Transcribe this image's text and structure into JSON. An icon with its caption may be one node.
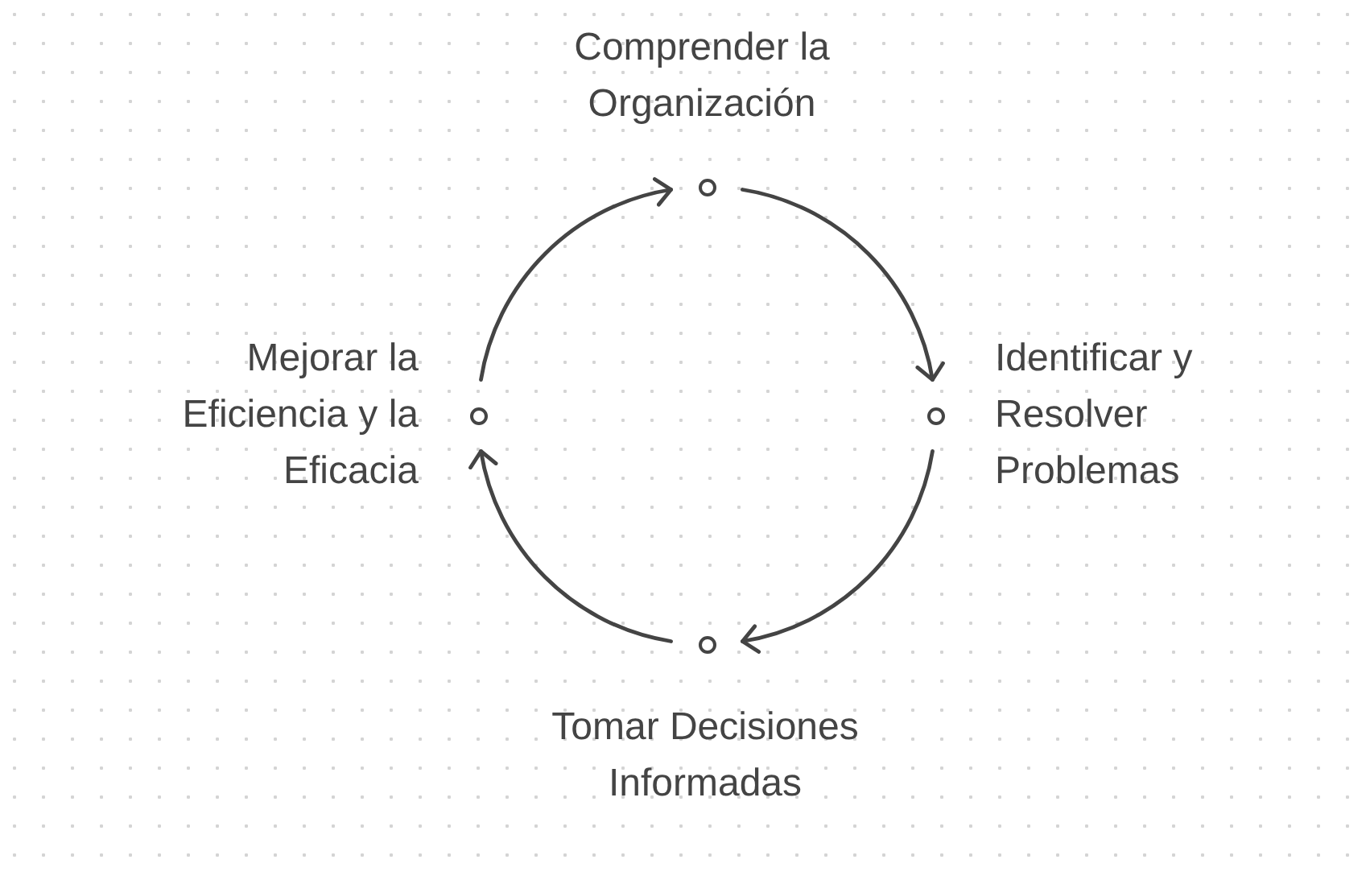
{
  "diagram": {
    "nodes": [
      {
        "text": [],
        "shape": "circle",
        "beside": [
          "Comprender la Organización"
        ]
      },
      {
        "text": [],
        "shape": "circle",
        "beside": [
          "Identificar y Resolver Problemas"
        ]
      },
      {
        "text": [],
        "shape": "circle",
        "beside": [
          "Tomar Decisiones Informadas"
        ]
      },
      {
        "text": [],
        "shape": "circle",
        "beside": [
          "Mejorar la Eficiencia y la Eficacia"
        ]
      }
    ],
    "edges": [
      {
        "from": 3,
        "to": 0,
        "arrow": "to"
      },
      {
        "from": 0,
        "to": 1,
        "arrow": "to"
      },
      {
        "from": 1,
        "to": 2,
        "arrow": "to"
      },
      {
        "from": 2,
        "to": 3,
        "arrow": "to"
      }
    ]
  }
}
